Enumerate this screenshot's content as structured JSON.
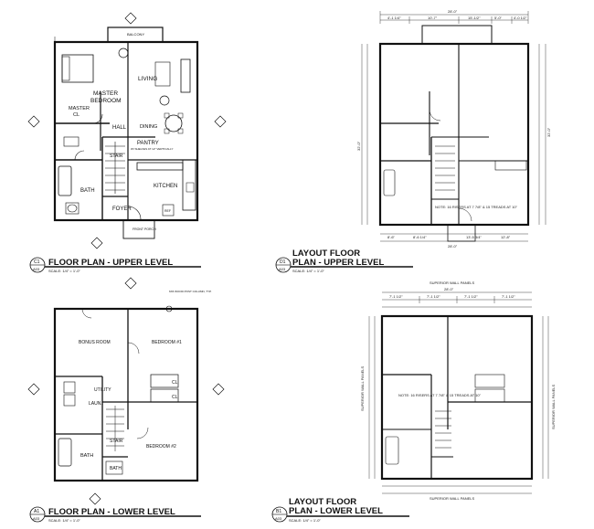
{
  "sheet": {
    "views": [
      {
        "id": "upper-floor",
        "bubble_top": "C1",
        "bubble_bottom": "A03",
        "title": "FLOOR PLAN - UPPER LEVEL",
        "scale": "SCALE: 1/4\" = 1'-0\""
      },
      {
        "id": "upper-layout",
        "bubble_top": "D1",
        "bubble_bottom": "A03",
        "title_line1": "LAYOUT FLOOR",
        "title_line2": "PLAN - UPPER LEVEL",
        "scale": "SCALE: 1/4\" = 1'-0\""
      },
      {
        "id": "lower-floor",
        "bubble_top": "A1",
        "bubble_bottom": "A03",
        "title": "FLOOR PLAN - LOWER LEVEL",
        "scale": "SCALE: 1/4\" = 1'-0\""
      },
      {
        "id": "lower-layout",
        "bubble_top": "B1",
        "bubble_bottom": "A03",
        "title_line1": "LAYOUT FLOOR",
        "title_line2": "PLAN - LOWER LEVEL",
        "scale": "SCALE: 1/4\" = 1'-0\""
      }
    ]
  },
  "upper_rooms": {
    "balcony": "BALCONY",
    "master_bedroom_1": "MASTER",
    "master_bedroom_2": "BEDROOM",
    "master_cl": "MASTER",
    "master_cl2": "CL",
    "living": "LIVING",
    "dining": "DINING",
    "hall": "HALL",
    "pantry": "PANTRY",
    "pantry_note": "W/ SHELVES AT 12\" VERTICALLY",
    "stair": "STAIR",
    "bath": "BATH",
    "foyer": "FOYER",
    "kitchen": "KITCHEN",
    "front_porch": "FRONT PORCH",
    "ref": "REF"
  },
  "lower_rooms": {
    "bonus_room": "BONUS ROOM",
    "bedroom1": "BEDROOM #1",
    "utility": "UTILITY",
    "laundry": "LAUN.",
    "stair": "STAIR",
    "bath": "BATH",
    "bath2": "BATH",
    "bedroom2": "BEDROOM #2",
    "cl1": "CL",
    "cl2": "CL",
    "post_note": "6X6 WOOD POST COLUMN, TYP."
  },
  "layout_notes": {
    "overall_width": "28'-0\"",
    "overall_depth": "32'-0\"",
    "superior_wall": "SUPERIOR WALL PANELS",
    "dims_upper_top": [
      "4'-1 1/4\"",
      "10'-7\"",
      "15'-1/2\"",
      "5'-0\"",
      "4'-0 1/2\""
    ],
    "dims_lower_top": [
      "7'-1 1/2\"",
      "7'-1 1/2\"",
      "7'-1 1/2\"",
      "7'-1 1/2\""
    ],
    "dims_upper_bottom": [
      "8'-6\"",
      "8'-6 1/4\"",
      "13'-5 3/4\"",
      "12'-8\""
    ],
    "note": "NOTE: 16 RISERS AT 7 7/8\" & 15 TREADS AT 10\""
  }
}
